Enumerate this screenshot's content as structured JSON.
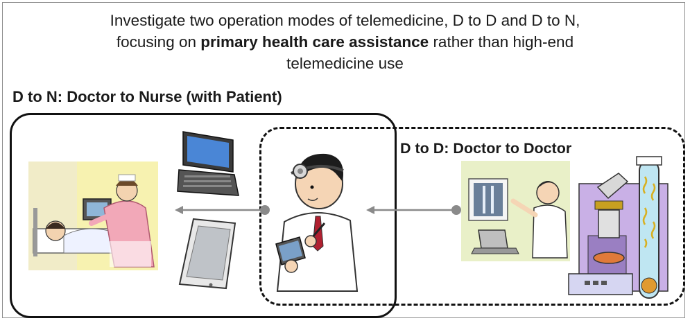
{
  "headline": {
    "line1": "Investigate two operation modes of telemedicine, D to D and D to N,",
    "line2_pre": "focusing on ",
    "line2_bold": "primary health care assistance",
    "line2_post": " rather than high-end",
    "line3": "telemedicine use"
  },
  "modes": {
    "d_to_n": "D to N: Doctor to Nurse (with Patient)",
    "d_to_d": "D to D: Doctor to Doctor"
  },
  "colors": {
    "arrow": "#8a8a8a",
    "box_border": "#111111",
    "nurse_pink": "#f2a8b8",
    "backdrop_yellow": "#f7f2b0",
    "lab_purple": "#c9b0e6",
    "screen_blue": "#4a86d6"
  },
  "icons": [
    "nurse-patient-illustration",
    "tablet-pc-icon",
    "tablet-icon",
    "doctor-with-tablet-illustration",
    "remote-doctor-xray-illustration",
    "lab-equipment-illustration"
  ]
}
